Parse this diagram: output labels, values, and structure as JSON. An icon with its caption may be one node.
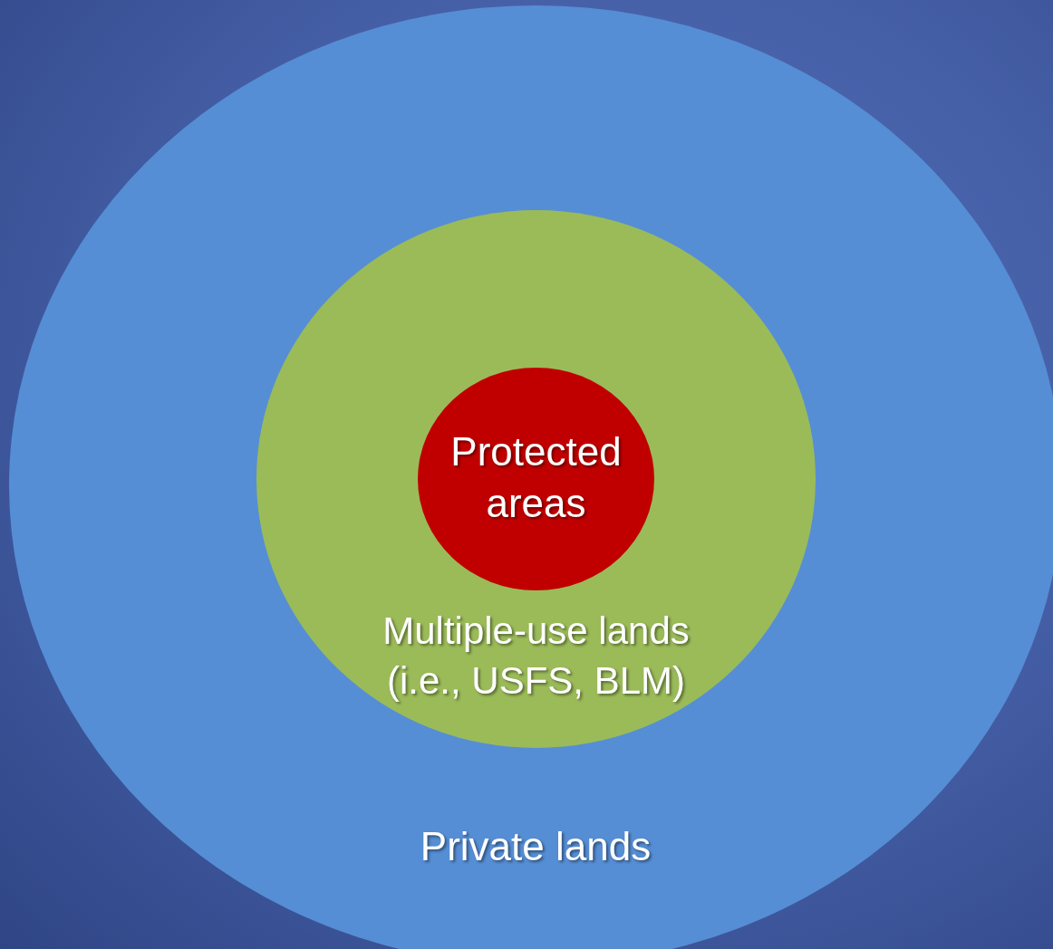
{
  "diagram": {
    "nodes": [
      {
        "text": [
          "Private lands"
        ]
      },
      {
        "text": [
          "Multiple-use lands (i.e., USFS, BLM)"
        ],
        "in": 0
      },
      {
        "text": [
          "Protected areas"
        ],
        "in": 1
      }
    ]
  }
}
